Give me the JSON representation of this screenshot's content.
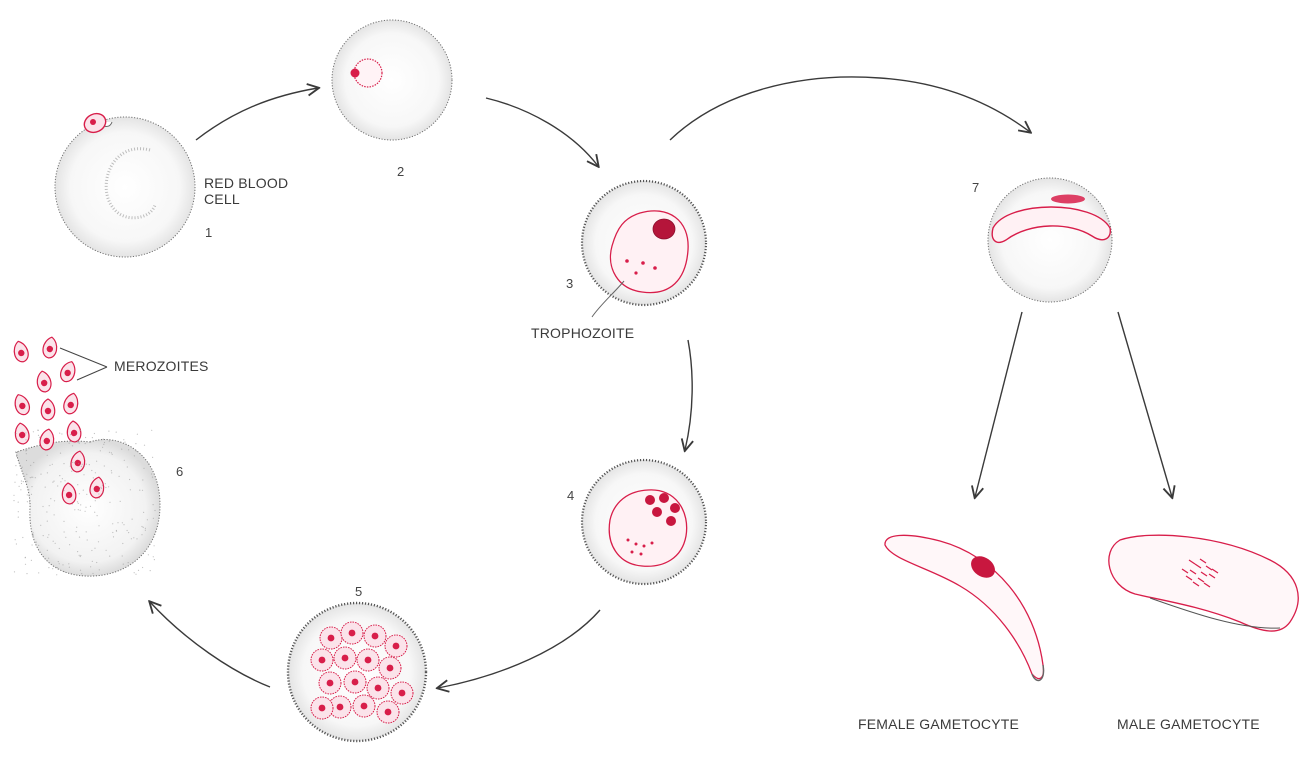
{
  "labels": {
    "red_blood_cell_line1": "RED BLOOD",
    "red_blood_cell_line2": "CELL",
    "trophozoite": "TROPHOZOITE",
    "merozoites": "MEROZOITES",
    "female_gametocyte": "FEMALE GAMETOCYTE",
    "male_gametocyte": "MALE GAMETOCYTE"
  },
  "stages": [
    "1",
    "2",
    "3",
    "4",
    "5",
    "6",
    "7"
  ],
  "colors": {
    "parasite": "#d81e4a",
    "parasite_fill": "#fbe3ea",
    "cell_outline": "#666666",
    "stipple": "#9a9a9a",
    "arrow": "#3a3a3a"
  }
}
